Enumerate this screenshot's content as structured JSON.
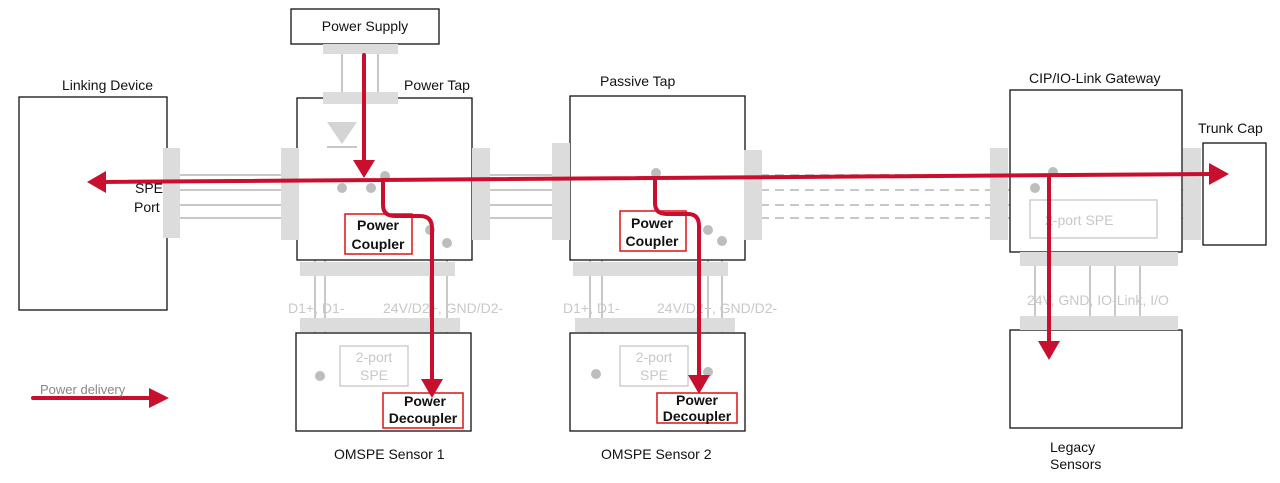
{
  "labels": {
    "power_supply": "Power Supply",
    "linking_device": "Linking Device",
    "power_tap": "Power Tap",
    "passive_tap": "Passive Tap",
    "gateway": "CIP/IO-Link Gateway",
    "trunk_cap": "Trunk Cap",
    "spe_port_line1": "SPE",
    "spe_port_line2": "Port",
    "power_coupler_line1": "Power",
    "power_coupler_line2": "Coupler",
    "power_decoupler_line1": "Power",
    "power_decoupler_line2": "Decoupler",
    "pins_d1": "D1+, D1-",
    "pins_24v": "24V/D2+, GND/D2-",
    "two_port_spe_line1": "2-port",
    "two_port_spe_line2": "SPE",
    "gateway_spe": "2-port SPE",
    "gateway_io": "24V, GND, IO-Link, I/O",
    "sensor1": "OMSPE Sensor 1",
    "sensor2": "OMSPE Sensor 2",
    "legacy_line1": "Legacy",
    "legacy_line2": "Sensors",
    "legend": "Power delivery"
  },
  "colors": {
    "power_line": "#c8102e",
    "coupler_border": "#e0211f",
    "wire": "#c8c8c8",
    "outline": "#111111"
  }
}
